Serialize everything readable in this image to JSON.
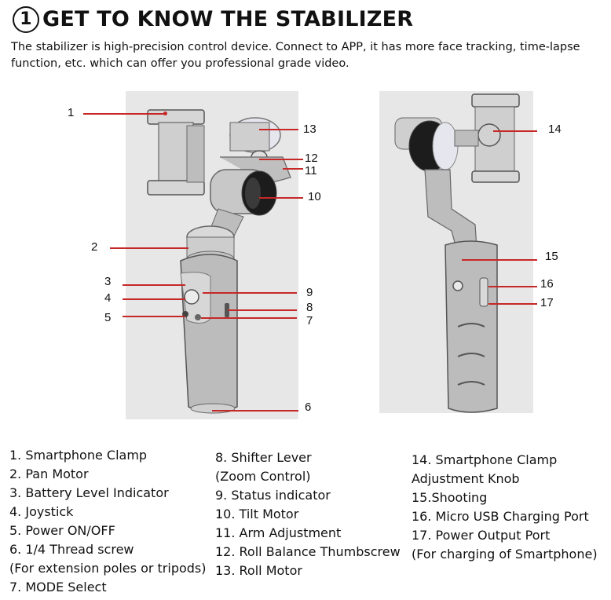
{
  "header": {
    "number": "1",
    "title": "GET TO KNOW THE STABILIZER",
    "intro": "The stabilizer is high-precision control device. Connect to APP, it has more face tracking, time-lapse function, etc. which can offer you professional grade video."
  },
  "callouts": {
    "c1": "1",
    "c2": "2",
    "c3": "3",
    "c4": "4",
    "c5": "5",
    "c6": "6",
    "c7": "7",
    "c8": "8",
    "c9": "9",
    "c10": "10",
    "c11": "11",
    "c12": "12",
    "c13": "13",
    "c14": "14",
    "c15": "15",
    "c16": "16",
    "c17": "17"
  },
  "legend": {
    "col1": [
      "1.  Smartphone Clamp",
      "2.  Pan Motor",
      "3.  Battery Level Indicator",
      "4. Joystick",
      "5.  Power ON/OFF",
      "6. 1/4 Thread screw",
      "(For extension poles or tripods)",
      "7.  MODE Select"
    ],
    "col2": [
      "8. Shifter Lever",
      "(Zoom Control)",
      "9. Status indicator",
      "10. Tilt Motor",
      "11. Arm Adjustment",
      "12. Roll Balance Thumbscrew",
      "13. Roll Motor"
    ],
    "col3": [
      "14. Smartphone Clamp",
      "Adjustment Knob",
      "15.Shooting",
      "16. Micro USB Charging Port",
      "17. Power Output Port",
      "(For charging of Smartphone)"
    ]
  },
  "colors": {
    "callout_line": "#c62828",
    "figure_bg": "#e7e7e7",
    "device_body": "#bdbdbd"
  }
}
